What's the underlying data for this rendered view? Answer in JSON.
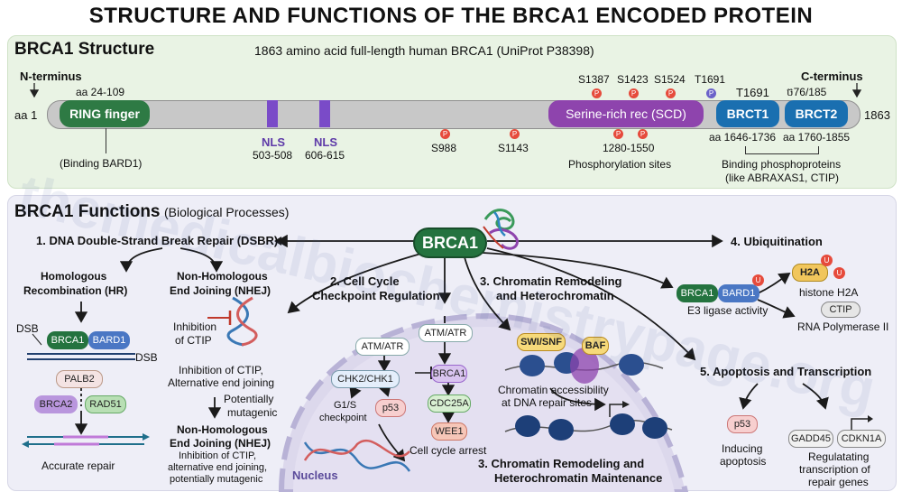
{
  "title": "STRUCTURE AND FUNCTIONS OF THE BRCA1 ENCODED PROTEIN",
  "watermark": "themedicalbiochemistrypage.org",
  "structure": {
    "heading": "BRCA1 Structure",
    "subtitle": "1863 amino acid full-length human BRCA1 (UniProt P38398)",
    "n_terminus": "N-terminus",
    "c_terminus": "C-terminus",
    "aa_start": "aa 1",
    "aa_end": "1863",
    "ring_label": "RING finger",
    "ring_range": "aa 24-109",
    "ring_note": "(Binding BARD1)",
    "nls1_label": "NLS",
    "nls1_range": "503-508",
    "nls2_label": "NLS",
    "nls2_range": "606-615",
    "scd_label": "Serine-rich rec (SCD)",
    "scd_range": "1280-1550",
    "phospho_note": "Phosphorylation sites",
    "brct1_label": "BRCT1",
    "brct2_label": "BRCT2",
    "brct1_range": "aa 1646-1736",
    "brct2_range": "aa 1760-1855",
    "brct_note1": "Binding phosphoproteins",
    "brct_note2": "(like ABRAXAS1, CTIP)",
    "site_s1387": "S1387",
    "site_s1423": "S1423",
    "site_s1524": "S1524",
    "site_t1691a": "T1691",
    "site_t1691b": "T1691",
    "site_t1685": "ច76/185",
    "site_s988": "S988",
    "site_s1143": "S1143",
    "p_mark": "P"
  },
  "functions": {
    "heading": "BRCA1 Functions",
    "heading_sub": "(Biological Processes)",
    "center": "BRCA1",
    "dsbr": "1. DNA Double-Strand Break Repair (DSBR)",
    "hr1": "Homologous",
    "hr2": "Recombination (HR)",
    "nhej1": "Non-Homologous",
    "nhej2": "End Joining (NHEJ)",
    "dsb_a": "DSB",
    "dsb_b": "DSB",
    "brca1": "BRCA1",
    "bard1": "BARD1",
    "palb2": "PALB2",
    "brca2": "BRCA2",
    "rad51": "RAD51",
    "accurate": "Accurate repair",
    "inhib1": "Inhibition",
    "inhib2": "of CTIP",
    "alt1": "Inhibition of CTIP,",
    "alt2": "Alternative end joining",
    "pot1": "Potentially",
    "pot2": "mutagenic",
    "nhej_b1": "Non-Homologous",
    "nhej_b2": "End Joining (NHEJ)",
    "nhej_b3": "Inhibition of CTIP,",
    "nhej_b4": "alternative end joining,",
    "nhej_b5": "potentially mutagenic",
    "cc1": "2. Cell Cycle",
    "cc2": "Checkpoint Regulation",
    "atm1": "ATM/ATR",
    "atm2": "ATM/ATR",
    "chk": "CHK2/CHK1",
    "g1s1": "G1/S",
    "g1s2": "checkpoint",
    "p53a": "p53",
    "brca1b": "BRCA1",
    "cdc25a": "CDC25A",
    "wee1": "WEE1",
    "arrest": "Cell cycle arrest",
    "nucleus": "Nucleus",
    "chrom1": "3. Chromatin Remodeling",
    "chrom2": "and Heterochromatin",
    "swisnf": "SWI/SNF",
    "baf": "BAF",
    "access1": "Chromatin accessibility",
    "access2": "at DNA repair sites",
    "chrom_b1": "3. Chromatin Remodeling and",
    "chrom_b2": "Heterochromatin Maintenance",
    "ubi": "4. Ubiquitination",
    "brca1c": "BRCA1",
    "bard1c": "BARD1",
    "u": "U",
    "e3": "E3 ligase activity",
    "h2a": "H2A",
    "histone": "histone H2A",
    "ctip": "CTIP",
    "rnapol": "RNA Polymerase II",
    "apop": "5. Apoptosis and Transcription",
    "p53b": "p53",
    "induce1": "Inducing",
    "induce2": "apoptosis",
    "gadd45": "GADD45",
    "cdkn1a": "CDKN1A",
    "reg1": "Regulatating",
    "reg2": "transcription of",
    "reg3": "repair genes"
  },
  "colors": {
    "ring": "#2e7a44",
    "nls": "#7a4bc8",
    "scd": "#8e44ad",
    "brct": "#1a6fb0",
    "phospho": "#e64b3c",
    "brca1_green": "#24733f",
    "bard1_blue": "#4a77c4"
  }
}
